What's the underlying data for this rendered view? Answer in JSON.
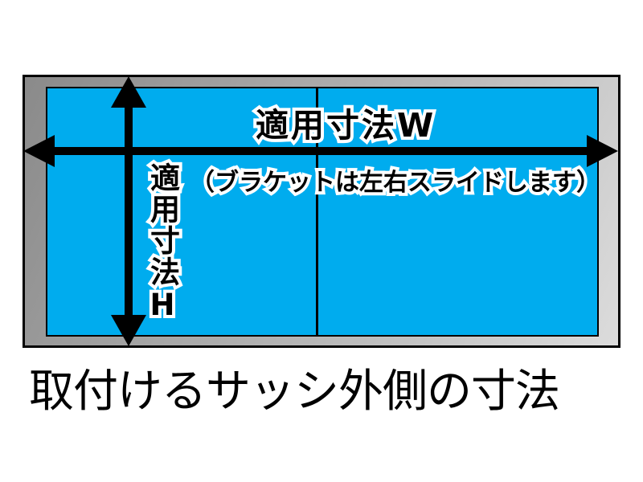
{
  "colors": {
    "glass_blue": "#00ACEE",
    "frame_gray_dark": "#8A8A8A",
    "frame_gray_light": "#DCDCDC",
    "line_black": "#000000",
    "text_black": "#000000",
    "outline_white": "#FFFFFF"
  },
  "diagram": {
    "width_label": "適用寸法W",
    "height_label": "適用寸法H",
    "bracket_note": "（ブラケットは左右スライドします）"
  },
  "caption": "取付けるサッシ外側の寸法"
}
